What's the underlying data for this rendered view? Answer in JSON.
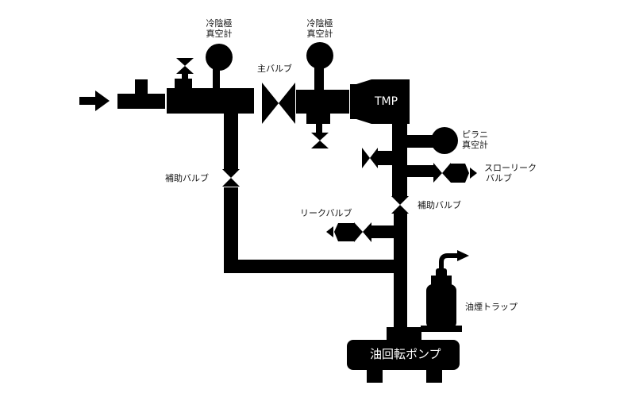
{
  "labels": {
    "cold_cathode_gauge_1": [
      "冷陰極",
      "真空計"
    ],
    "cold_cathode_gauge_2": [
      "冷陰極",
      "真空計"
    ],
    "main_valve": "主バルブ",
    "tmp": "TMP",
    "pirani_gauge": [
      "ピラニ",
      "真空計"
    ],
    "slow_leak_valve": [
      "スローリーク",
      "バルブ"
    ],
    "aux_valve_left": "補助バルブ",
    "aux_valve_right": "補助バルブ",
    "leak_valve": "リークバルブ",
    "oil_mist_trap": "油煙トラップ",
    "rotary_pump": "油回転ポンプ"
  },
  "colors": {
    "ink": "#000000",
    "background": "#ffffff",
    "text_on_dark": "#ffffff"
  }
}
